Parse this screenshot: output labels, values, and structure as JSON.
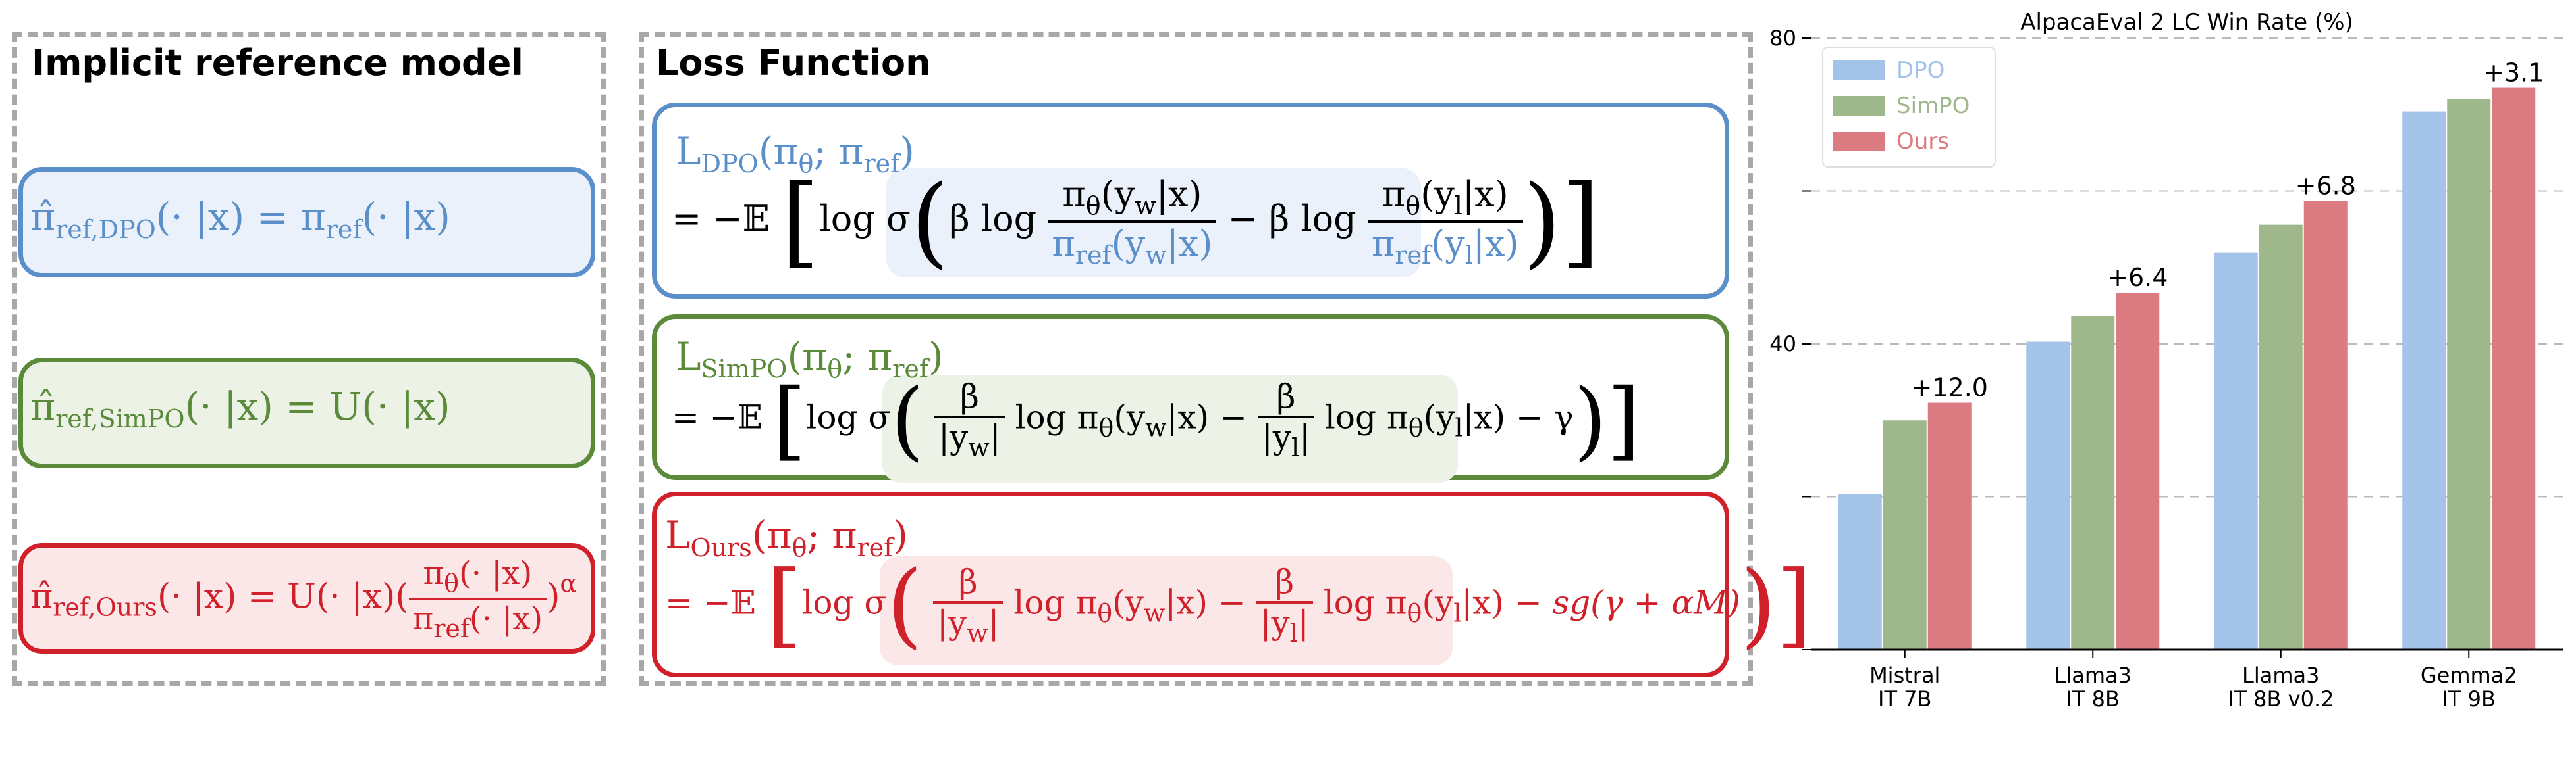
{
  "left_panel": {
    "title": "Implicit reference model",
    "dpo": {
      "hat": "π̂",
      "sub": "ref,DPO",
      "rhs": "(· |x) = π",
      "rhs_sub": "ref",
      "rhs_end": "(· |x)"
    },
    "simpo": {
      "hat": "π̂",
      "sub": "ref,SimPO",
      "rhs": "(· |x) = U(· |x)"
    },
    "ours": {
      "hat": "π̂",
      "sub": "ref,Ours",
      "rhs": "(· |x) = U(· |x)(",
      "frac_num": "π",
      "frac_num_sub": "θ",
      "frac_num_end": "(· |x)",
      "frac_den": "π",
      "frac_den_sub": "ref",
      "frac_den_end": "(· |x)",
      "close": ")",
      "exp": "α"
    }
  },
  "right_panel": {
    "title": "Loss Function",
    "dpo": {
      "label": "L",
      "label_sub": "DPO",
      "args": "(π",
      "args_sub1": "θ",
      "args_mid": "; π",
      "args_sub2": "ref",
      "args_end": ")",
      "lead": "= −𝔼",
      "log_sigma": "log σ",
      "beta_log": "β log",
      "num1": "π",
      "num1_sub": "θ",
      "num1_end": "(y",
      "num1_sub2": "w",
      "num1_tail": "|x)",
      "den1": "π",
      "den1_sub": "ref",
      "den1_end": "(y",
      "den1_sub2": "w",
      "den1_tail": "|x)",
      "minus_beta_log": "− β log",
      "num2": "π",
      "num2_sub": "θ",
      "num2_end": "(y",
      "num2_sub2": "l",
      "num2_tail": "|x)",
      "den2": "π",
      "den2_sub": "ref",
      "den2_end": "(y",
      "den2_sub2": "l",
      "den2_tail": "|x)"
    },
    "simpo": {
      "label": "L",
      "label_sub": "SimPO",
      "args": "(π",
      "args_sub1": "θ",
      "args_mid": "; π",
      "args_sub2": "ref",
      "args_end": ")",
      "lead": "= −𝔼",
      "log_sigma": "log σ",
      "beta": "β",
      "yw": "|y",
      "yw_sub": "w",
      "yw_end": "|",
      "term1": "log π",
      "term1_sub": "θ",
      "term1_end": "(y",
      "term1_sub2": "w",
      "term1_tail": "|x) −",
      "yl": "|y",
      "yl_sub": "l",
      "yl_end": "|",
      "term2": "log π",
      "term2_sub": "θ",
      "term2_end": "(y",
      "term2_sub2": "l",
      "term2_tail": "|x)",
      "tail": "− γ"
    },
    "ours": {
      "label": "L",
      "label_sub": "Ours",
      "args": "(π",
      "args_sub1": "θ",
      "args_mid": "; π",
      "args_sub2": "ref",
      "args_end": ")",
      "lead": "= −𝔼",
      "log_sigma": "log σ",
      "beta": "β",
      "yw": "|y",
      "yw_sub": "w",
      "yw_end": "|",
      "term1": "log π",
      "term1_sub": "θ",
      "term1_end": "(y",
      "term1_sub2": "w",
      "term1_tail": "|x) −",
      "yl": "|y",
      "yl_sub": "l",
      "yl_end": "|",
      "term2": "log π",
      "term2_sub": "θ",
      "term2_end": "(y",
      "term2_sub2": "l",
      "term2_tail": "|x)",
      "tail": "− sg(γ + αM)"
    }
  },
  "colors": {
    "dpo": "#a4c3e8",
    "simpo": "#9eb78b",
    "ours": "#dc7a82",
    "grid": "#bbbbbb"
  },
  "chart_data": {
    "type": "bar",
    "title": "AlpacaEval 2 LC Win Rate (%)",
    "categories": [
      "Mistral\nIT 7B",
      "Llama3\nIT 8B",
      "Llama3\nIT 8B v0.2",
      "Gemma2\nIT 9B"
    ],
    "category_lines": [
      [
        "Mistral",
        "IT 7B"
      ],
      [
        "Llama3",
        "IT 8B"
      ],
      [
        "Llama3",
        "IT 8B v0.2"
      ],
      [
        "Gemma2",
        "IT 9B"
      ]
    ],
    "series": [
      {
        "name": "DPO",
        "values": [
          20.3,
          40.3,
          51.9,
          70.4
        ]
      },
      {
        "name": "SimPO",
        "values": [
          30.0,
          43.7,
          55.6,
          72.0
        ]
      },
      {
        "name": "Ours",
        "values": [
          32.3,
          46.7,
          58.7,
          73.5
        ]
      }
    ],
    "annotations": [
      "+12.0",
      "+6.4",
      "+6.8",
      "+3.1"
    ],
    "ylim": [
      0,
      80
    ],
    "yticks": [
      0,
      20,
      40,
      60,
      80
    ],
    "ytick_labels": [
      "",
      "",
      "40",
      "",
      "80"
    ],
    "grid": true,
    "legend": "top-left"
  }
}
